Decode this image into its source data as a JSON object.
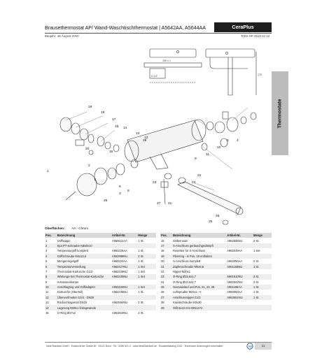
{
  "header": {
    "title": "Brausethermostat AP/ Wand-Waschtischthermostat | A5642AA, A5644AA",
    "brand": "CeraPlus",
    "date_label": "Baujahr:",
    "date_value": "ab August 2010",
    "doc_code": "TeDo-SP-2010-11-12"
  },
  "side_tab": "Thermostate",
  "drawing": {
    "callouts": [
      "1",
      "2",
      "3",
      "4",
      "5",
      "6",
      "7",
      "8",
      "9",
      "10",
      "11",
      "12",
      "13",
      "14",
      "15",
      "16",
      "17",
      "18",
      "19",
      "20",
      "21",
      "22",
      "23",
      "24",
      "25",
      "26",
      "27",
      "28",
      "29"
    ],
    "dims": [
      "G 1/2",
      "150 ± 1",
      "170"
    ]
  },
  "materials": {
    "label": "Oberflächen:",
    "value": "AA - Chrom"
  },
  "table_headers": {
    "pos": "Pos.",
    "name": "Bezeichnung",
    "article": "Artikel-Nr.",
    "qty": "Menge"
  },
  "parts_left": [
    {
      "pos": "1",
      "name": "Griffkappe",
      "article": "A960641AA",
      "qty": "1 St."
    },
    {
      "pos": "2",
      "name": "Ejot PT-Schraube KB50x10",
      "article": "",
      "qty": ""
    },
    {
      "pos": "3",
      "name": "Temperaturgriff komplett",
      "article": "A963226AA",
      "qty": "1 St."
    },
    {
      "pos": "4",
      "name": "Griffschraube M4x13,5",
      "article": "A962998NU",
      "qty": "2 St."
    },
    {
      "pos": "5",
      "name": "Mengenregelgriff",
      "article": "A963224AA",
      "qty": "1 St."
    },
    {
      "pos": "6",
      "name": "Temperaturverstellung",
      "article": "A963427NU",
      "qty": "1 Set"
    },
    {
      "pos": "7",
      "name": "Thermostat-Kartusche G1/2",
      "article": "A962229NU",
      "qty": "1 Set"
    },
    {
      "pos": "8",
      "name": "Wartungs-Set Thermostat-Kartusche",
      "article": "A962230NU",
      "qty": "1 Set"
    },
    {
      "pos": "9",
      "name": "Armaturenkörper",
      "article": "",
      "qty": ""
    },
    {
      "pos": "10",
      "name": "Anschlagring und Griffadapter",
      "article": "A963432NU",
      "qty": "1 Set"
    },
    {
      "pos": "11",
      "name": "Kartusche (Oberteil)",
      "article": "A962236NU",
      "qty": "1 St."
    },
    {
      "pos": "12",
      "name": "Überwurfmutter G3/4 - DN30",
      "article": "",
      "qty": ""
    },
    {
      "pos": "13",
      "name": "Rückschlagventil DN15",
      "article": "A962594NU",
      "qty": "2 St."
    },
    {
      "pos": "14",
      "name": "Lagerung M20x1 linksgewinde",
      "article": "",
      "qty": ""
    },
    {
      "pos": "15",
      "name": "O-Ring Ø17x2",
      "article": "A961810NU",
      "qty": "2 St."
    }
  ],
  "parts_right": [
    {
      "pos": "16",
      "name": "Siebeinsatz",
      "article": "A962595NU",
      "qty": "2 St."
    },
    {
      "pos": "17",
      "name": "S-Anschluss geräuschgedämpft",
      "article": "",
      "qty": ""
    },
    {
      "pos": "18",
      "name": "Rosetten für S-Anschluss",
      "article": "A962049AA",
      "qty": "1 Set"
    },
    {
      "pos": "19",
      "name": "Fiberring - in Pos. 18 enthalten",
      "article": "",
      "qty": ""
    },
    {
      "pos": "20",
      "name": "S-Anschluss komplett",
      "article": "A962050AA",
      "qty": "2 St."
    },
    {
      "pos": "21",
      "name": "Zapfenschraube M5x6,5",
      "article": "A961183NU",
      "qty": "1 St."
    },
    {
      "pos": "22",
      "name": "Nippel M20x1",
      "article": "",
      "qty": ""
    },
    {
      "pos": "23",
      "name": "O-Ring Ø15,6x1,7",
      "article": "A961810NU",
      "qty": "2 St."
    },
    {
      "pos": "24",
      "name": "O-Ring Ø10,6x2,7",
      "article": "A963342NU",
      "qty": "2 St."
    },
    {
      "pos": "25",
      "name": "Gussauslauf und Pos. 21, 24, 26",
      "article": "A961186AA",
      "qty": "1 St."
    },
    {
      "pos": "26",
      "name": "Luftsprudler M24x1 -A-",
      "article": "A960050AA",
      "qty": "1 St."
    },
    {
      "pos": "27",
      "name": "Anschlussnippel G1/2",
      "article": "A963651NU",
      "qty": "1 St."
    },
    {
      "pos": "28",
      "name": "Kanalschraube M3x30",
      "article": "",
      "qty": ""
    },
    {
      "pos": "29",
      "name": "Stift 5x10 mm DIN1474",
      "article": "",
      "qty": ""
    }
  ],
  "footer": {
    "text": "Ideal Standard GmbH · Euskirchener Straße 80 · 53121 Bonn · Tel.: 0228/ 521-0 · www.IdealStandard.de · Ersatzteilkatalog 2012 · Technische Änderungen vorbehalten.",
    "logo_text": "Ideal",
    "page": "11"
  },
  "colors": {
    "header_bg": "#1e1e1e",
    "side_tab_bg": "#bcbcbc",
    "table_header_bg": "#d9d9d9",
    "row_alt_bg": "#eeeeee"
  }
}
